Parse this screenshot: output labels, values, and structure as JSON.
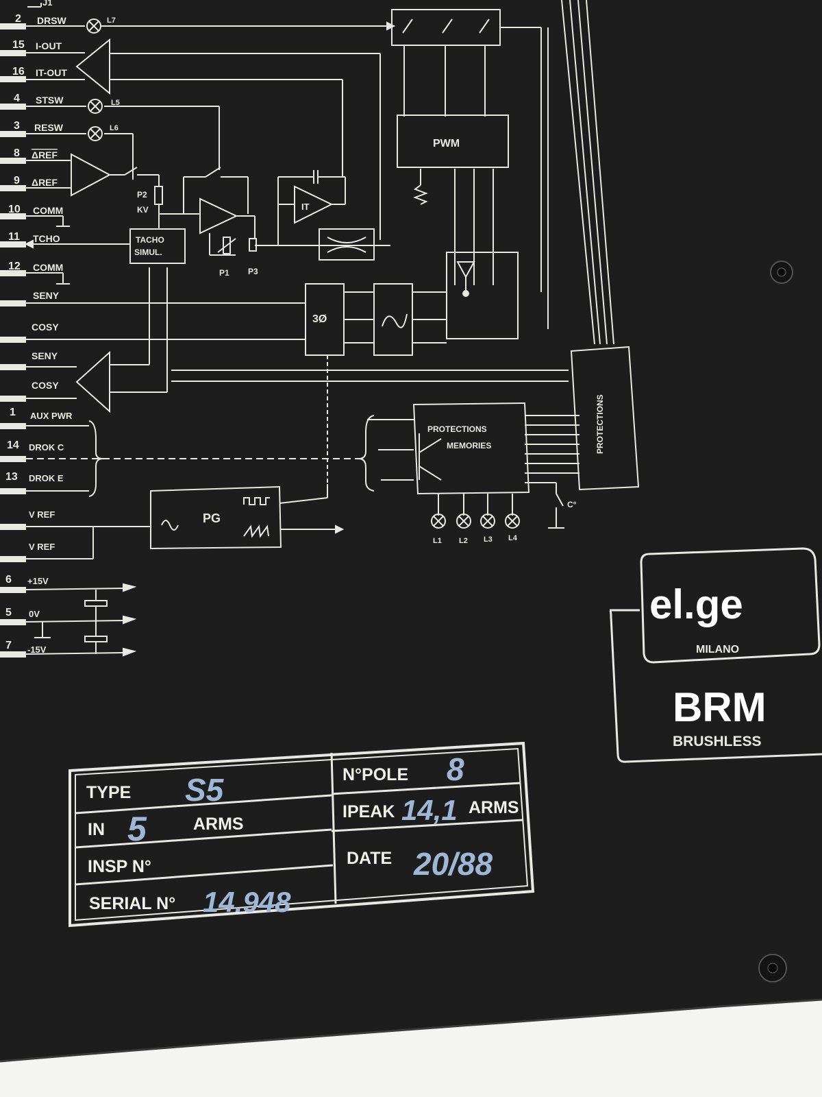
{
  "connector": "J1",
  "pins": [
    {
      "num": "2",
      "label": "DRSW"
    },
    {
      "num": "15",
      "label": "I-OUT"
    },
    {
      "num": "16",
      "label": "IT-OUT"
    },
    {
      "num": "4",
      "label": "STSW"
    },
    {
      "num": "3",
      "label": "RESW"
    },
    {
      "num": "8",
      "label": "ΔREF"
    },
    {
      "num": "9",
      "label": "ΔREF"
    },
    {
      "num": "10",
      "label": "COMM"
    },
    {
      "num": "11",
      "label": "TCHO"
    },
    {
      "num": "12",
      "label": "COMM"
    },
    {
      "num": "",
      "label": "SENY"
    },
    {
      "num": "",
      "label": "COSY"
    },
    {
      "num": "",
      "label": "SENY"
    },
    {
      "num": "",
      "label": "COSY"
    },
    {
      "num": "1",
      "label": "AUX PWR"
    },
    {
      "num": "14",
      "label": "DROK C"
    },
    {
      "num": "13",
      "label": "DROK E"
    },
    {
      "num": "",
      "label": "V REF"
    },
    {
      "num": "",
      "label": "V REF"
    },
    {
      "num": "6",
      "label": "+15V"
    },
    {
      "num": "5",
      "label": "0V"
    },
    {
      "num": "7",
      "label": "-15V"
    }
  ],
  "lamps": {
    "l7": "L7",
    "l5": "L5",
    "l6": "L6",
    "l1": "L1",
    "l2": "L2",
    "l3": "L3",
    "l4": "L4"
  },
  "blocks": {
    "pwm": "PWM",
    "tacho_1": "TACHO",
    "tacho_2": "SIMUL.",
    "three_phase": "3Ø",
    "protections_memories_1": "PROTECTIONS",
    "protections_memories_2": "MEMORIES",
    "protections": "PROTECTIONS",
    "pg": "PG",
    "co": "C°"
  },
  "components": {
    "p2": "P2",
    "kv": "KV",
    "p1": "P1",
    "p3": "P3",
    "it": "IT"
  },
  "logo": {
    "brand": "el.ge",
    "city": "MILANO",
    "model": "BRM",
    "subtitle": "BRUSHLESS"
  },
  "nameplate": {
    "type_label": "TYPE",
    "type_value": "S5",
    "in_label": "IN",
    "in_value": "5",
    "in_unit": "ARMS",
    "insp_label": "INSP N°",
    "serial_label": "SERIAL N°",
    "serial_value": "14.948",
    "npole_label": "N°POLE",
    "npole_value": "8",
    "ipeak_label": "IPEAK",
    "ipeak_value": "14,1",
    "ipeak_unit": "ARMS",
    "date_label": "DATE",
    "date_value": "20/88"
  },
  "colors": {
    "panel": "#1d1d1d",
    "print": "#e9e9e4",
    "ink": "#9fb7d6",
    "background": "#f4f4f2"
  }
}
